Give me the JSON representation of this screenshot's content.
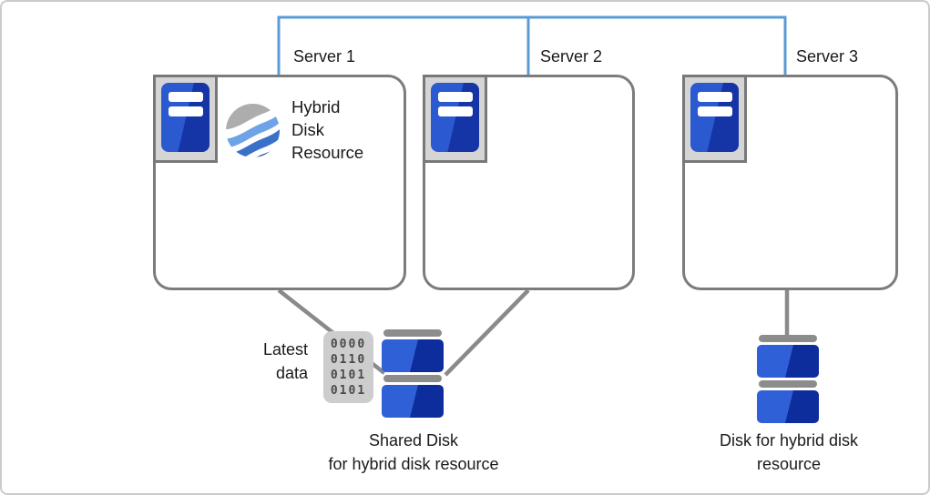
{
  "servers": [
    {
      "label": "Server 1"
    },
    {
      "label": "Server 2"
    },
    {
      "label": "Server 3"
    }
  ],
  "hybrid_disk_resource": {
    "label": "Hybrid\nDisk\nResource"
  },
  "latest_data": {
    "label": "Latest\ndata"
  },
  "binary_card": {
    "rows": [
      "0000",
      "0110",
      "0101",
      "0101"
    ]
  },
  "shared_disk": {
    "label": "Shared Disk\nfor hybrid disk resource"
  },
  "hybrid_disk": {
    "label": "Disk for hybrid disk\nresource"
  },
  "colors": {
    "interconnect_blue": "#5b9bd5",
    "box_border_gray": "#7c7c7c",
    "connector_gray": "#8a8a8a",
    "server_blue_light": "#2a59d0",
    "server_blue_dark": "#1534a6",
    "disk_blue_light": "#2f60d8",
    "disk_blue_dark": "#0e2d9c"
  }
}
